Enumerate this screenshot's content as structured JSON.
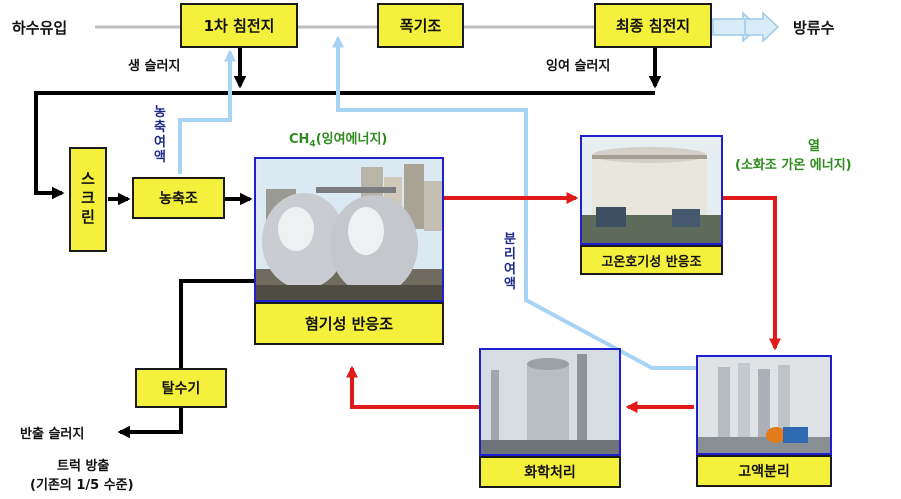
{
  "top": {
    "inflow": "하수유입",
    "primary_clarifier": "1차 침전지",
    "aeration_tank": "폭기조",
    "final_clarifier": "최종 침전지",
    "discharge": "방류수",
    "raw_sludge": "생 슬러지",
    "excess_sludge": "잉여 슬러지"
  },
  "left": {
    "screen": "스크린",
    "thickener": "농축조",
    "thickener_filtrate": "농축여액",
    "dewatering": "탈수기",
    "sludge_out": "반출 슬러지",
    "truck_line1": "트럭 방출",
    "truck_line2": "(기존의 1/5 수준)"
  },
  "center": {
    "methane_label": "CH",
    "methane_sub": "4",
    "methane_suffix": "(잉여에너지)",
    "anaerobic_reactor": "혐기성 반응조",
    "separated_filtrate": "분리여액"
  },
  "right": {
    "heat_line1": "열",
    "heat_line2": "(소화조 가온 에너지)",
    "thermophilic_reactor": "고온호기성 반응조",
    "solid_liquid_separation": "고액분리",
    "chemical_treatment": "화학처리"
  },
  "colors": {
    "box_fill": "#f5f03c",
    "main_flow": "#000000",
    "return_flow": "#a7d3f5",
    "red_flow": "#e11a1a",
    "photo_frame": "#1f1fd0",
    "green_text": "#2e8b1e",
    "navy_text": "#1f2a8c"
  }
}
